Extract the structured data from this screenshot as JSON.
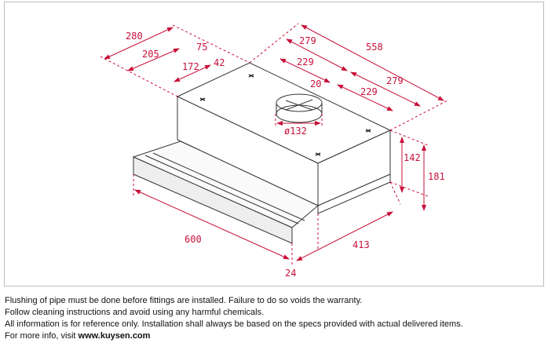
{
  "diagram": {
    "accent_color": "#c8103a",
    "dimensions": {
      "d280": "280",
      "d205": "205",
      "d172": "172",
      "d75": "75",
      "d42": "42",
      "d279a": "279",
      "d558": "558",
      "d229a": "229",
      "d20": "20",
      "d279b": "279",
      "d229b": "229",
      "d132": "ø132",
      "d142": "142",
      "d181": "181",
      "d600": "600",
      "d413": "413",
      "d24": "24"
    }
  },
  "notes": {
    "line1": "Flushing of pipe must be done before fittings are installed. Failure to do so voids the warranty.",
    "line2": "Follow cleaning instructions and avoid using any harmful chemicals.",
    "line3": "All information is for reference only. Installation shall always be based on the specs provided with actual delivered items.",
    "line4_prefix": "For more info, visit ",
    "line4_link": "www.kuysen.com"
  }
}
